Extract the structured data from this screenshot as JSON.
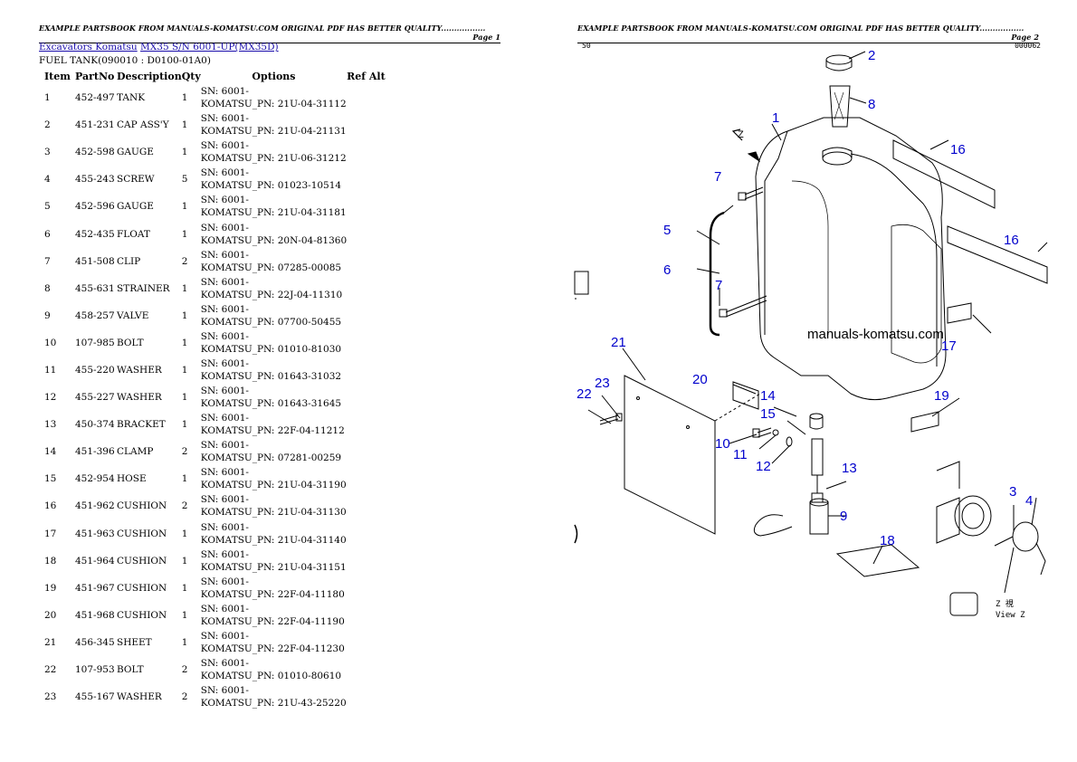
{
  "header": {
    "text": "EXAMPLE PARTSBOOK FROM MANUALS-KOMATSU.COM ORIGINAL PDF HAS BETTER QUALITY.................",
    "page1": "Page 1",
    "page2": "Page 2"
  },
  "breadcrumb": {
    "link1": "Excavators Komatsu",
    "link2": "MX35 S/N 6001-UP(MX35D)"
  },
  "subtitle": "FUEL TANK(090010 : D0100-01A0)",
  "columns": [
    "Item",
    "PartNo",
    "Description",
    "Qty",
    "Options",
    "Ref Alt"
  ],
  "rows": [
    {
      "item": "1",
      "part": "452-497",
      "desc": "TANK",
      "qty": "1",
      "sn": "SN: 6001-",
      "pn": "KOMATSU_PN: 21U-04-31112"
    },
    {
      "item": "2",
      "part": "451-231",
      "desc": "CAP ASS'Y",
      "qty": "1",
      "sn": "SN: 6001-",
      "pn": "KOMATSU_PN: 21U-04-21131"
    },
    {
      "item": "3",
      "part": "452-598",
      "desc": "GAUGE",
      "qty": "1",
      "sn": "SN: 6001-",
      "pn": "KOMATSU_PN: 21U-06-31212"
    },
    {
      "item": "4",
      "part": "455-243",
      "desc": "SCREW",
      "qty": "5",
      "sn": "SN: 6001-",
      "pn": "KOMATSU_PN: 01023-10514"
    },
    {
      "item": "5",
      "part": "452-596",
      "desc": "GAUGE",
      "qty": "1",
      "sn": "SN: 6001-",
      "pn": "KOMATSU_PN: 21U-04-31181"
    },
    {
      "item": "6",
      "part": "452-435",
      "desc": "FLOAT",
      "qty": "1",
      "sn": "SN: 6001-",
      "pn": "KOMATSU_PN: 20N-04-81360"
    },
    {
      "item": "7",
      "part": "451-508",
      "desc": "CLIP",
      "qty": "2",
      "sn": "SN: 6001-",
      "pn": "KOMATSU_PN: 07285-00085"
    },
    {
      "item": "8",
      "part": "455-631",
      "desc": "STRAINER",
      "qty": "1",
      "sn": "SN: 6001-",
      "pn": "KOMATSU_PN: 22J-04-11310"
    },
    {
      "item": "9",
      "part": "458-257",
      "desc": "VALVE",
      "qty": "1",
      "sn": "SN: 6001-",
      "pn": "KOMATSU_PN: 07700-50455"
    },
    {
      "item": "10",
      "part": "107-985",
      "desc": "BOLT",
      "qty": "1",
      "sn": "SN: 6001-",
      "pn": "KOMATSU_PN: 01010-81030"
    },
    {
      "item": "11",
      "part": "455-220",
      "desc": "WASHER",
      "qty": "1",
      "sn": "SN: 6001-",
      "pn": "KOMATSU_PN: 01643-31032"
    },
    {
      "item": "12",
      "part": "455-227",
      "desc": "WASHER",
      "qty": "1",
      "sn": "SN: 6001-",
      "pn": "KOMATSU_PN: 01643-31645"
    },
    {
      "item": "13",
      "part": "450-374",
      "desc": "BRACKET",
      "qty": "1",
      "sn": "SN: 6001-",
      "pn": "KOMATSU_PN: 22F-04-11212"
    },
    {
      "item": "14",
      "part": "451-396",
      "desc": "CLAMP",
      "qty": "2",
      "sn": "SN: 6001-",
      "pn": "KOMATSU_PN: 07281-00259"
    },
    {
      "item": "15",
      "part": "452-954",
      "desc": "HOSE",
      "qty": "1",
      "sn": "SN: 6001-",
      "pn": "KOMATSU_PN: 21U-04-31190"
    },
    {
      "item": "16",
      "part": "451-962",
      "desc": "CUSHION",
      "qty": "2",
      "sn": "SN: 6001-",
      "pn": "KOMATSU_PN: 21U-04-31130"
    },
    {
      "item": "17",
      "part": "451-963",
      "desc": "CUSHION",
      "qty": "1",
      "sn": "SN: 6001-",
      "pn": "KOMATSU_PN: 21U-04-31140"
    },
    {
      "item": "18",
      "part": "451-964",
      "desc": "CUSHION",
      "qty": "1",
      "sn": "SN: 6001-",
      "pn": "KOMATSU_PN: 21U-04-31151"
    },
    {
      "item": "19",
      "part": "451-967",
      "desc": "CUSHION",
      "qty": "1",
      "sn": "SN: 6001-",
      "pn": "KOMATSU_PN: 22F-04-11180"
    },
    {
      "item": "20",
      "part": "451-968",
      "desc": "CUSHION",
      "qty": "1",
      "sn": "SN: 6001-",
      "pn": "KOMATSU_PN: 22F-04-11190"
    },
    {
      "item": "21",
      "part": "456-345",
      "desc": "SHEET",
      "qty": "1",
      "sn": "SN: 6001-",
      "pn": "KOMATSU_PN: 22F-04-11230"
    },
    {
      "item": "22",
      "part": "107-953",
      "desc": "BOLT",
      "qty": "2",
      "sn": "SN: 6001-",
      "pn": "KOMATSU_PN: 01010-80610"
    },
    {
      "item": "23",
      "part": "455-167",
      "desc": "WASHER",
      "qty": "2",
      "sn": "SN: 6001-",
      "pn": "KOMATSU_PN: 21U-43-25220"
    }
  ],
  "diagram": {
    "corner_left": "50",
    "corner_right": "000062",
    "watermark": "manuals-komatsu.com",
    "view_label": "View Z",
    "view_jp": "Z 視",
    "arrow_label": "Z",
    "label_color": "#0000cc",
    "callouts": [
      {
        "id": "c2",
        "text": "2"
      },
      {
        "id": "c8",
        "text": "8"
      },
      {
        "id": "c1",
        "text": "1"
      },
      {
        "id": "c16a",
        "text": "16"
      },
      {
        "id": "c16b",
        "text": "16"
      },
      {
        "id": "c7a",
        "text": "7"
      },
      {
        "id": "c5",
        "text": "5"
      },
      {
        "id": "c6",
        "text": "6"
      },
      {
        "id": "c7b",
        "text": "7"
      },
      {
        "id": "c17",
        "text": "17"
      },
      {
        "id": "c21",
        "text": "21"
      },
      {
        "id": "c23",
        "text": "23"
      },
      {
        "id": "c22",
        "text": "22"
      },
      {
        "id": "c20",
        "text": "20"
      },
      {
        "id": "c14",
        "text": "14"
      },
      {
        "id": "c15",
        "text": "15"
      },
      {
        "id": "c19",
        "text": "19"
      },
      {
        "id": "c10",
        "text": "10"
      },
      {
        "id": "c11",
        "text": "11"
      },
      {
        "id": "c12",
        "text": "12"
      },
      {
        "id": "c13",
        "text": "13"
      },
      {
        "id": "c3",
        "text": "3"
      },
      {
        "id": "c4",
        "text": "4"
      },
      {
        "id": "c9",
        "text": "9"
      },
      {
        "id": "c18",
        "text": "18"
      }
    ]
  }
}
